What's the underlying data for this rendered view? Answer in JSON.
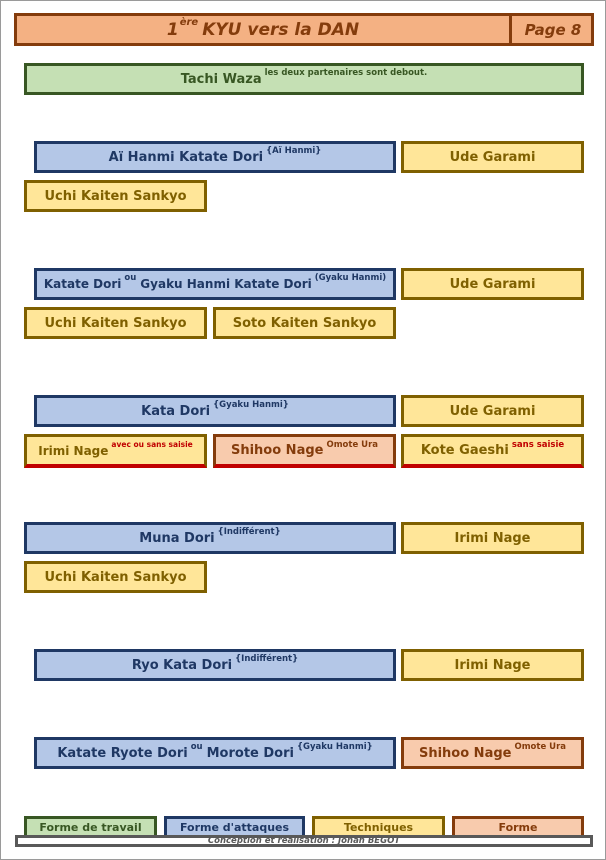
{
  "header": {
    "title_num": "1",
    "title_sup": "ère",
    "title_rest": "KYU vers la DAN",
    "page": "Page 8"
  },
  "section": {
    "label": "Tachi Waza",
    "note": "les deux partenaires sont debout."
  },
  "groups": [
    {
      "attack": {
        "label": "Aï Hanmi Katate Dori",
        "sup": "{Aï Hanmi}"
      },
      "techniques": [
        {
          "label": "Ude Garami"
        },
        {
          "label": "Uchi Kaiten Sankyo"
        }
      ]
    },
    {
      "attack": {
        "part1": "Katate Dori",
        "ou": "ou",
        "part2": "Gyaku Hanmi Katate Dori",
        "sup": "(Gyaku Hanmi)"
      },
      "techniques": [
        {
          "label": "Ude Garami"
        },
        {
          "label": "Uchi Kaiten Sankyo"
        },
        {
          "label": "Soto Kaiten Sankyo"
        }
      ]
    },
    {
      "attack": {
        "label": "Kata Dori",
        "sup": "{Gyaku Hanmi}"
      },
      "techniques": [
        {
          "label": "Ude Garami"
        },
        {
          "label": "Irimi Nage",
          "sup": "avec ou sans saisie"
        },
        {
          "label": "Shihoo Nage",
          "sup": "Omote Ura"
        },
        {
          "label": "Kote Gaeshi",
          "sup": "sans saisie"
        }
      ]
    },
    {
      "attack": {
        "label": "Muna Dori",
        "sup": "{Indifférent}"
      },
      "techniques": [
        {
          "label": "Irimi Nage"
        },
        {
          "label": "Uchi Kaiten Sankyo"
        }
      ]
    },
    {
      "attack": {
        "label": "Ryo Kata Dori",
        "sup": "{Indifférent}"
      },
      "techniques": [
        {
          "label": "Irimi Nage"
        }
      ]
    },
    {
      "attack": {
        "part1": "Katate Ryote Dori",
        "ou": "ou",
        "part2": "Morote Dori",
        "sup": "{Gyaku Hanmi}"
      },
      "techniques": [
        {
          "label": "Shihoo Nage",
          "sup": "Omote Ura"
        }
      ]
    }
  ],
  "legend": {
    "forme_travail": "Forme de travail",
    "forme_attaques": "Forme d'attaques",
    "techniques": "Techniques",
    "forme": "Forme"
  },
  "footer": "Conception et réalisation : Johan BÉGOT",
  "colors": {
    "header_fill": "#f4b183",
    "header_border": "#843c0c",
    "work_form_fill": "#c5e0b4",
    "attack_fill": "#b4c7e7",
    "technique_fill": "#ffe699",
    "form_fill": "#f8cbad",
    "variant_note": "#c00000"
  }
}
